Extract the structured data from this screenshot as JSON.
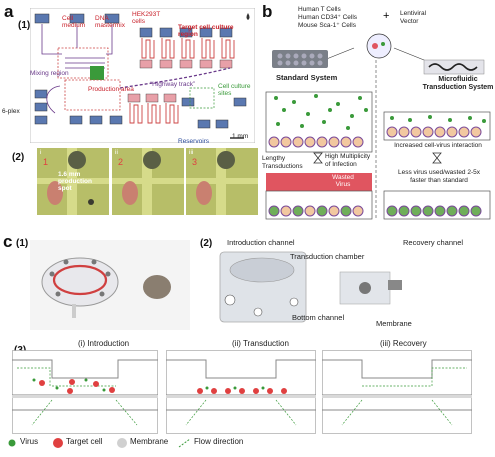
{
  "panel_a": {
    "letter": "a",
    "sub1": "(1)",
    "sub2": "(2)",
    "labels": {
      "cell_medium": "Cell medium",
      "dna_mastermix": "DNA mastermix",
      "hek": "HEK293T cells",
      "target_region": "Target cell culture region",
      "mixing_region": "Mixing region",
      "production_area": "Production area",
      "highway_track": "“Highway track”",
      "culture_sites": "Cell culture sites",
      "sixplex": "6-plex",
      "reservoirs": "Reservoirs",
      "scale": "1 mm",
      "spot": "1.6 mm production spot",
      "i": "i",
      "ii": "ii",
      "iii": "iii",
      "n1": "1",
      "n2": "2",
      "n3": "3"
    }
  },
  "panel_b": {
    "letter": "b",
    "cells": [
      "Human T Cells",
      "Human CD34⁺ Cells",
      "Mouse Sca-1⁺ Cells"
    ],
    "plus": "+",
    "vector": "Lentiviral Vector",
    "standard": "Standard System",
    "microfluidic": "Microfluidic Transduction System",
    "lengthy": "Lengthy Transductions",
    "high_moi": "High Multiplicity of Infection",
    "wasted": "Wasted Virus",
    "increased": "Increased cell-virus interaction",
    "less_virus": "Less virus used/wasted 2-5x faster than standard"
  },
  "panel_c": {
    "letter": "c",
    "sub1": "(1)",
    "sub2": "(2)",
    "sub3": "(3)",
    "intro_channel": "Introduction channel",
    "transduction_chamber": "Transduction chamber",
    "recovery_channel": "Recovery channel",
    "bottom_channel": "Bottom channel",
    "membrane": "Membrane",
    "steps": [
      "(i) Introduction",
      "(ii) Transduction",
      "(iii) Recovery"
    ],
    "legend": [
      "Virus",
      "Target cell",
      "Membrane",
      "Flow direction"
    ]
  },
  "colors": {
    "red": "#c8202a",
    "green": "#3a9a3a",
    "purple": "#6a3a8a",
    "chip_blue": "#5a78b0",
    "chip_pink": "#e8a0a8",
    "wasted_bg": "#e05560"
  }
}
